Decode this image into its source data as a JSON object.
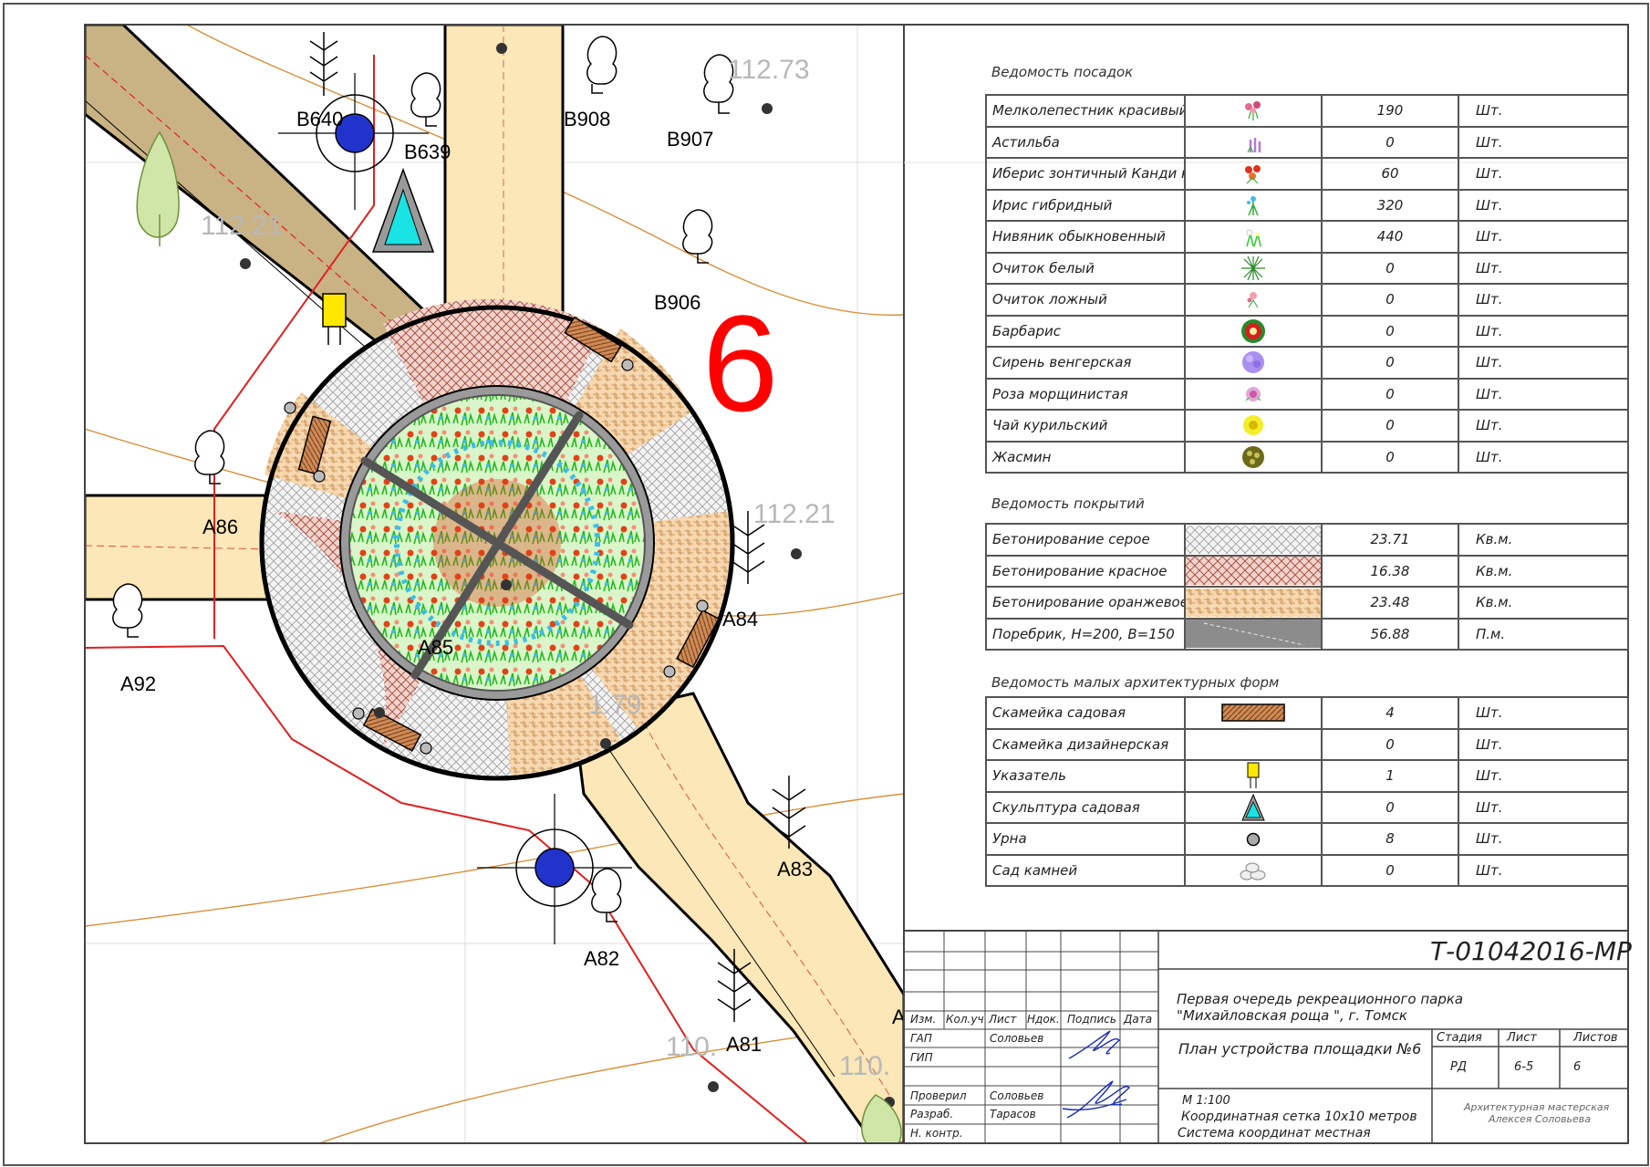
{
  "map": {
    "sheet_number": "6",
    "labels": {
      "b640": "B640",
      "b639": "B639",
      "b908": "B908",
      "b907": "B907",
      "b906": "B906",
      "a86": "A86",
      "a85": "A85",
      "a84": "A84",
      "a92": "A92",
      "a83": "A83",
      "a82": "A82",
      "a81": "A81",
      "a_cut": "A"
    },
    "elevations": {
      "e1": "112.73",
      "e2": "112.21",
      "e3": "112.21",
      "e4": "1.79",
      "e5": "110.",
      "e6": "110."
    }
  },
  "plantings": {
    "title": "Ведомость посадок",
    "rows": [
      {
        "name": "Мелколепестник красивый",
        "qty": "190",
        "unit": "Шт.",
        "icon": "pink-flower-icon"
      },
      {
        "name": "Астильба",
        "qty": "0",
        "unit": "Шт.",
        "icon": "astilbe-icon"
      },
      {
        "name": "Иберис зонтичный Канди кан",
        "qty": "60",
        "unit": "Шт.",
        "icon": "red-flower-icon"
      },
      {
        "name": "Ирис гибридный",
        "qty": "320",
        "unit": "Шт.",
        "icon": "iris-icon"
      },
      {
        "name": "Нивяник обыкновенный",
        "qty": "440",
        "unit": "Шт.",
        "icon": "daisy-icon"
      },
      {
        "name": "Очиток белый",
        "qty": "0",
        "unit": "Шт.",
        "icon": "sedum-icon"
      },
      {
        "name": "Очиток ложный",
        "qty": "0",
        "unit": "Шт.",
        "icon": "sedum-pink-icon"
      },
      {
        "name": "Барбарис",
        "qty": "0",
        "unit": "Шт.",
        "icon": "barberry-icon"
      },
      {
        "name": "Сирень венгерская",
        "qty": "0",
        "unit": "Шт.",
        "icon": "lilac-icon"
      },
      {
        "name": "Роза морщинистая",
        "qty": "0",
        "unit": "Шт.",
        "icon": "rose-icon"
      },
      {
        "name": "Чай курильский",
        "qty": "0",
        "unit": "Шт.",
        "icon": "potentilla-icon"
      },
      {
        "name": "Жасмин",
        "qty": "0",
        "unit": "Шт.",
        "icon": "jasmine-icon"
      }
    ]
  },
  "coverings": {
    "title": "Ведомость покрытий",
    "rows": [
      {
        "name": "Бетонирование серое",
        "qty": "23.71",
        "unit": "Кв.м.",
        "icon": "grey-paving-swatch"
      },
      {
        "name": "Бетонирование красное",
        "qty": "16.38",
        "unit": "Кв.м.",
        "icon": "red-paving-swatch"
      },
      {
        "name": "Бетонирование оранжевое",
        "qty": "23.48",
        "unit": "Кв.м.",
        "icon": "orange-paving-swatch"
      },
      {
        "name": "Поребрик, Н=200, В=150",
        "qty": "56.88",
        "unit": "П.м.",
        "icon": "curb-swatch"
      }
    ]
  },
  "mafs": {
    "title": "Ведомость малых архитектурных форм",
    "rows": [
      {
        "name": "Скамейка садовая",
        "qty": "4",
        "unit": "Шт.",
        "icon": "bench-icon"
      },
      {
        "name": "Скамейка дизайнерская",
        "qty": "0",
        "unit": "Шт.",
        "icon": ""
      },
      {
        "name": "Указатель",
        "qty": "1",
        "unit": "Шт.",
        "icon": "sign-icon"
      },
      {
        "name": "Скульптура садовая",
        "qty": "0",
        "unit": "Шт.",
        "icon": "sculpture-icon"
      },
      {
        "name": "Урна",
        "qty": "8",
        "unit": "Шт.",
        "icon": "urn-icon"
      },
      {
        "name": "Сад камней",
        "qty": "0",
        "unit": "Шт.",
        "icon": "stones-icon"
      }
    ]
  },
  "title_block": {
    "code": "Т-01042016-МР",
    "project_line1": "Первая очередь рекреационного парка",
    "project_line2": "\"Михайловская роща \", г. Томск",
    "sheet_title": "План устройства площадки  №6",
    "scale": "М 1:100",
    "grid": "Координатная сетка  10х10 метров",
    "coords": "Система координат местная",
    "org_line1": "Архитектурная мастерская",
    "org_line2": "Алексея Соловьева",
    "hdr": {
      "izm": "Изм.",
      "kol": "Кол.уч",
      "list": "Лист",
      "ndok": "Ндок.",
      "podp": "Подпись",
      "data": "Дата"
    },
    "roles": {
      "gap": "ГАП",
      "gip": "ГИП",
      "prov": "Проверил",
      "razr": "Разраб.",
      "nkontr": "Н. контр."
    },
    "names": {
      "gap": "Соловьев",
      "prov": "Соловьев",
      "razr": "Тарасов"
    },
    "stage_hdr": {
      "stadia": "Стадия",
      "list": "Лист",
      "listov": "Листов"
    },
    "stage_vals": {
      "stadia": "РД",
      "list": "6-5",
      "listov": "6"
    }
  },
  "colors": {
    "path": "#fbe7b7",
    "road": "#c9b385",
    "accent_red": "#ff0000",
    "contour": "#d6903a",
    "boundary": "#e02020"
  }
}
